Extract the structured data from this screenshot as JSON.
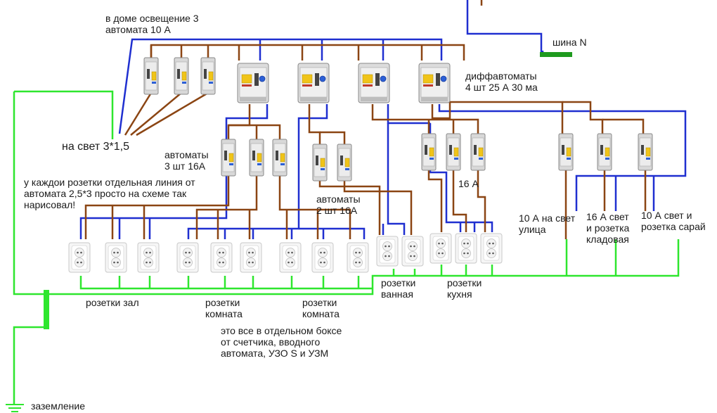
{
  "labels": {
    "lighting_breakers": "в доме  освещение 3\nавтомата 10 А",
    "busbar_n": "шина N",
    "diff_breakers": "диффавтоматы\n4 шт 25 А 30 ма",
    "light_feed": "на свет 3*1,5",
    "breakers_3": "автоматы\n3 шт 16А",
    "note_lines": "у каждои розетки отдельная линия от\nавтомата 2,5*3 просто на схеме так\nнарисовал!",
    "breakers_2": "автоматы\n2 шт 16А",
    "kitchen_16a": "16 А",
    "street": "10 А на свет\nулица",
    "storage": "16 А свет\nи розетка\nкладовая",
    "shed": "10 А свет и\nрозетка сарай",
    "sockets_hall": "розетки зал",
    "sockets_room1": "розетки\nкомната",
    "sockets_room2": "розетки\nкомната",
    "sockets_bath": "розетки\nванная",
    "sockets_kitchen": "розетки\nкухня",
    "box_note": "это все в отдельном боксе\nот счетчика, вводного\nавтомата, УЗО S и УЗМ",
    "ground": "заземление"
  },
  "colors": {
    "phase_wire": "#8B4513",
    "neutral_wire": "#1f2fd0",
    "ground_wire": "#2ee62e",
    "busbar": "#1e9a1e"
  }
}
